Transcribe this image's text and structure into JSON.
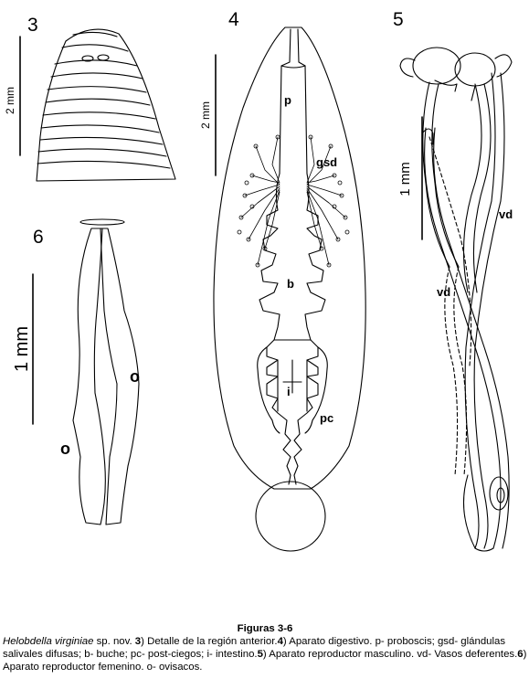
{
  "figures": {
    "fig3": {
      "number": "3",
      "scale": "2 mm"
    },
    "fig4": {
      "number": "4",
      "scale": "2 mm",
      "labels": {
        "p": "p",
        "gsd": "gsd",
        "b": "b",
        "i": "i",
        "pc": "pc"
      }
    },
    "fig5": {
      "number": "5",
      "scale": "1 mm",
      "label_vd_right": "vd",
      "label_vd_left": "vd"
    },
    "fig6": {
      "number": "6",
      "scale": "1 mm",
      "label_o_right": "o",
      "label_o_left": "o"
    }
  },
  "caption": {
    "title": "Figuras 3-6",
    "species": "Helobdella virginiae",
    "t1": " sp. nov. ",
    "n3": "3",
    "t2": ") Detalle de la región anterior.",
    "n4": "4",
    "t3": ") Aparato digestivo. p- proboscis; gsd- glándulas salivales difusas; b- buche; pc- post-ciegos; i- intestino.",
    "n5": "5",
    "t4": ") Aparato reproductor masculino. vd- Vasos deferentes.",
    "n6": "6",
    "t5": ") Aparato reproductor femenino. o- ovisacos."
  }
}
